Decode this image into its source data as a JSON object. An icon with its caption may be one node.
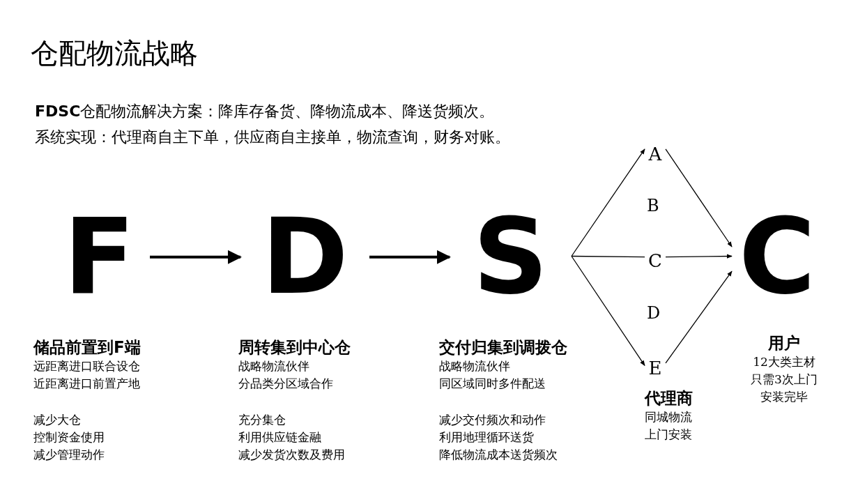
{
  "diagram": {
    "title": "仓配物流战略",
    "nodes": [
      {
        "text": [
          "F"
        ],
        "beside": [
          "储品前置到F端",
          "远距离进口联合设仓",
          "近距离进口前置产地",
          "减少大仓",
          "控制资金使用",
          "减少管理动作"
        ]
      },
      {
        "text": [
          "D"
        ],
        "beside": [
          "周转集到中心仓",
          "战略物流伙伴",
          "分品类分区域合作",
          "充分集仓",
          "利用供应链金融",
          "减少发货次数及费用"
        ]
      },
      {
        "text": [
          "S"
        ],
        "beside": [
          "交付归集到调拨仓",
          "战略物流伙伴",
          "同区域同时多件配送",
          "减少交付频次和动作",
          "利用地理循环送货",
          "降低物流成本送货频次"
        ]
      },
      {
        "text": [
          "A"
        ]
      },
      {
        "text": [
          "C"
        ]
      },
      {
        "text": [
          "E"
        ],
        "beside": [
          "代理商",
          "同城物流",
          "上门安装"
        ]
      },
      {
        "text": [
          "C"
        ],
        "beside": [
          "用户",
          "12大类主材",
          "只需3次上门",
          "安装完毕"
        ]
      }
    ],
    "edges": [
      {
        "from": 0,
        "to": 1,
        "arrow": "to",
        "style": "thick"
      },
      {
        "from": 1,
        "to": 2,
        "arrow": "to",
        "style": "thick"
      },
      {
        "from": 2,
        "to": 3,
        "arrow": "to"
      },
      {
        "from": 2,
        "to": 4,
        "arrow": "none"
      },
      {
        "from": 2,
        "to": 5,
        "arrow": "to"
      },
      {
        "from": 3,
        "to": 6,
        "arrow": "to"
      },
      {
        "from": 4,
        "to": 6,
        "arrow": "to"
      },
      {
        "from": 5,
        "to": 6,
        "arrow": "to"
      }
    ],
    "labels": [
      "**FDSC**仓配物流解决方案：降库存备货、降物流成本、降送货频次。",
      "系统实现：代理商自主下单，供应商自主接单，物流查询，财务对账。",
      "B",
      "D"
    ]
  }
}
